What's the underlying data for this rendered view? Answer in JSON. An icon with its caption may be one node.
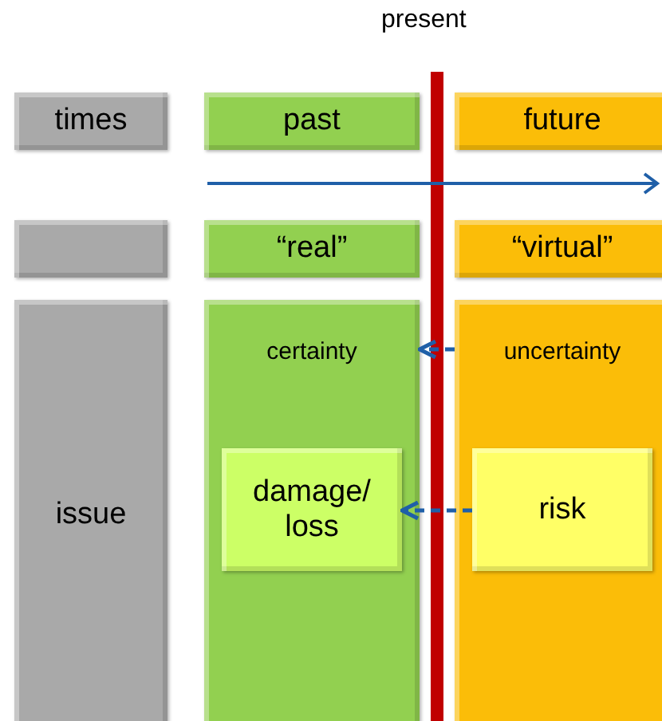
{
  "diagram": {
    "nodes": [
      {
        "text": [
          "times"
        ]
      },
      {
        "text": [
          "past"
        ]
      },
      {
        "text": [
          "future"
        ]
      },
      {
        "text": [],
        "shape": "box"
      },
      {
        "text": [
          "“real”"
        ]
      },
      {
        "text": [
          "“virtual”"
        ]
      },
      {
        "text": [
          "issue"
        ]
      },
      {
        "text": [
          "certainty"
        ]
      },
      {
        "text": [
          "damage/ loss"
        ],
        "in": 7
      },
      {
        "text": [
          "uncertainty"
        ]
      },
      {
        "text": [
          "risk"
        ],
        "in": 9
      }
    ],
    "edges": [
      {
        "from": 9,
        "to": 7,
        "arrow": "to",
        "style": "dashed"
      },
      {
        "from": 10,
        "to": 8,
        "arrow": "to",
        "style": "dashed"
      }
    ],
    "labels": [
      "present"
    ]
  }
}
